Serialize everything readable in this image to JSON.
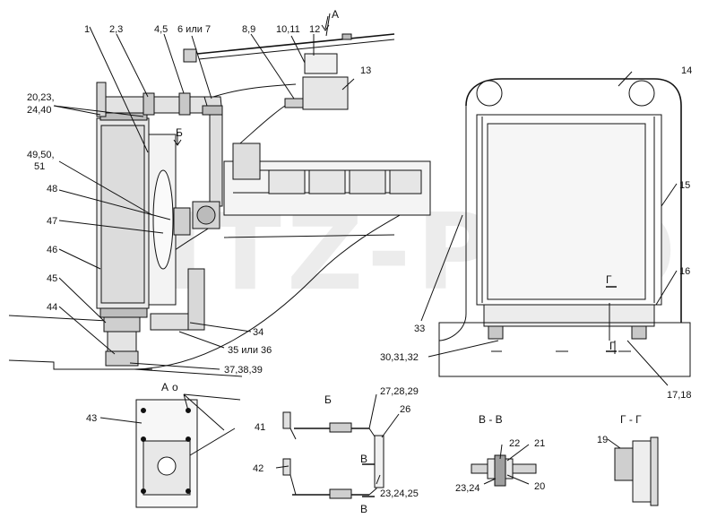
{
  "watermark": "MTZ-PRO",
  "section_labels": {
    "view_a_arrow": "А",
    "view_a": "А",
    "view_b_arrow": "Б",
    "view_b": "Б",
    "section_vv": "В - В",
    "section_gg": "Г - Г",
    "cut_v_top": "В",
    "cut_v_bottom": "В",
    "cut_g_top": "Г",
    "cut_g_bottom": "Г"
  },
  "callouts": {
    "c1": "1",
    "c23": "2,3",
    "c45": "4,5",
    "c67": "6 или 7",
    "c89": "8,9",
    "c1011": "10,11",
    "c12": "12",
    "c13": "13",
    "c14": "14",
    "c15": "15",
    "c16": "16",
    "c1718": "17,18",
    "c19": "19",
    "c20": "20",
    "c21": "21",
    "c22": "22",
    "c2324_vv": "23,24",
    "c202324_a": "20,23,",
    "c202324_b": "24,40",
    "c272829": "27,28,29",
    "c26": "26",
    "c232425": "23,24,25",
    "c42": "42",
    "c41": "41",
    "c43": "43",
    "c30": "30,31,32",
    "c33": "33",
    "c34": "34",
    "c3536": "35 или 36",
    "c373839": "37,38,39",
    "c44": "44",
    "c45b": "45",
    "c46": "46",
    "c47": "47",
    "c48": "48",
    "c4950_a": "49,50,",
    "c4950_b": "51"
  }
}
